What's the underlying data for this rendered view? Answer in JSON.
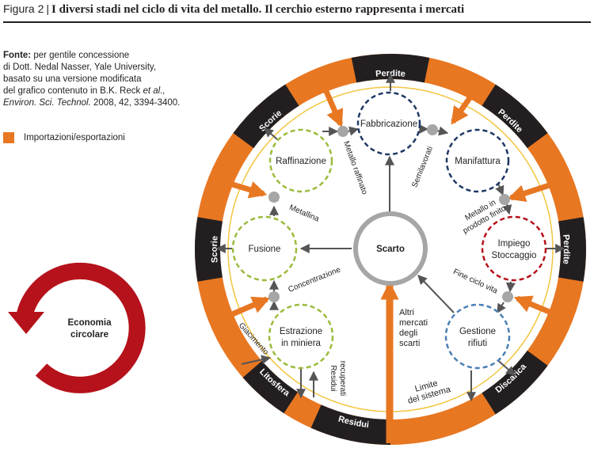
{
  "header": {
    "figure_label": "Figura 2",
    "separator": "|",
    "title": "I diversi stadi nel ciclo di vita del metallo. Il cerchio esterno rappresenta i mercati"
  },
  "source": {
    "label": "Fonte:",
    "line1": "per gentile concessione",
    "line2": "di Dott. Nedal Nasser, Yale University,",
    "line3": "basato su una versione modificata",
    "line4": "del grafico contenuto in B.K. Reck",
    "line4_italic": "et al.,",
    "line5_italic": "Environ. Sci. Technol.",
    "line5": "2008, 42, 3394-3400."
  },
  "legend": {
    "label": "Importazioni/esportazioni",
    "color": "#e87722"
  },
  "circular_economy": {
    "line1": "Economia",
    "line2": "circolare",
    "color": "#b5121b"
  },
  "ring": {
    "segments": {
      "perdite_top": "Perdite",
      "perdite_right_upper": "Perdite",
      "perdite_right": "Perdite",
      "discarica": "Discarica",
      "residui": "Residui",
      "litosfera": "Litosfera",
      "scorie_left": "Scorie",
      "scorie_upper_left": "Scorie"
    },
    "dark_color": "#231f20",
    "orange_color": "#e87722",
    "inner_boundary_color": "#f3c640"
  },
  "center": {
    "label": "Scarto",
    "color": "#a6a6a6"
  },
  "nodes": {
    "fabbricazione": "Fabbricazione",
    "manifattura": "Manifattura",
    "raffinazione": "Raffinazione",
    "fusione": "Fusione",
    "estrazione_line1": "Estrazione",
    "estrazione_line2": "in miniera",
    "impiego_line1": "Impiego",
    "impiego_line2": "Stoccaggio",
    "gestione_line1": "Gestione",
    "gestione_line2": "rifiuti",
    "colors": {
      "green": "#9bbb3b",
      "navy": "#1f3864",
      "red": "#b5121b",
      "blue": "#4a7fb5"
    }
  },
  "flows": {
    "metallo_raffinato": "Metallo raffinato",
    "semilavorati": "Semilavorati",
    "metallo_in_line1": "Metallo in",
    "metallo_in_line2": "prodotto finito",
    "fine_ciclo_vita": "Fine ciclo vita",
    "metallina": "Metallina",
    "concentrazione": "Concentrazione",
    "giacimento": "Giacimento",
    "residui_recuperati_line1": "Residui",
    "residui_recuperati_line2": "recuperati",
    "altri_line1": "Altri",
    "altri_line2": "mercati",
    "altri_line3": "degli",
    "altri_line4": "scarti",
    "limite_line1": "Limite",
    "limite_line2": "del sistema"
  }
}
